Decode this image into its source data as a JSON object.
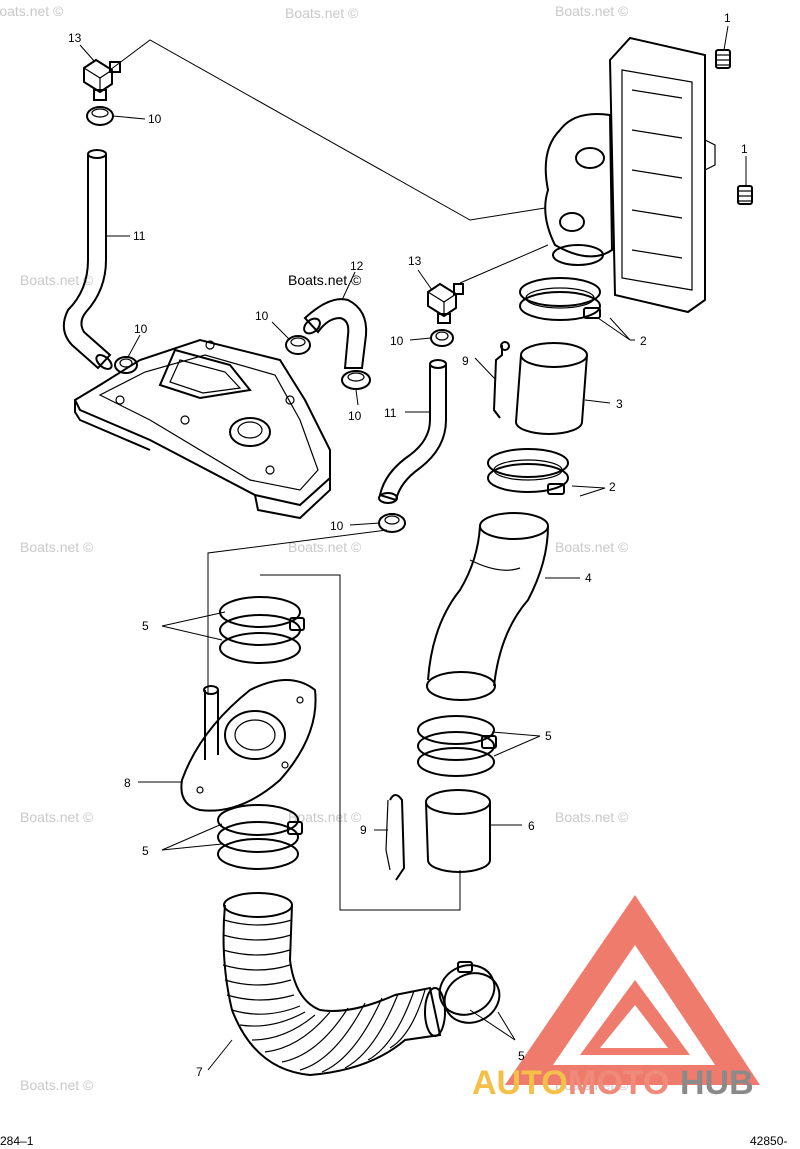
{
  "part_labels": [
    "1",
    "1",
    "13",
    "10",
    "11",
    "12",
    "10",
    "10",
    "10",
    "13",
    "10",
    "9",
    "11",
    "3",
    "2",
    "2",
    "10",
    "4",
    "5",
    "5",
    "8",
    "5",
    "9",
    "6",
    "7",
    "5"
  ],
  "watermark": "Boats.net ©",
  "corner_left": "284–1",
  "corner_right": "42850-",
  "logo": {
    "text_auto": "AUTO",
    "text_moto": "MOTO",
    "text_hub": "HUB",
    "color_auto": "#f5c048",
    "color_moto": "#f08a7a",
    "color_hub": "#8a8a8a",
    "triangle_color": "#ef7b6d"
  },
  "colors": {
    "line": "#000000",
    "watermark": "#c9c9c9",
    "background": "#ffffff"
  }
}
